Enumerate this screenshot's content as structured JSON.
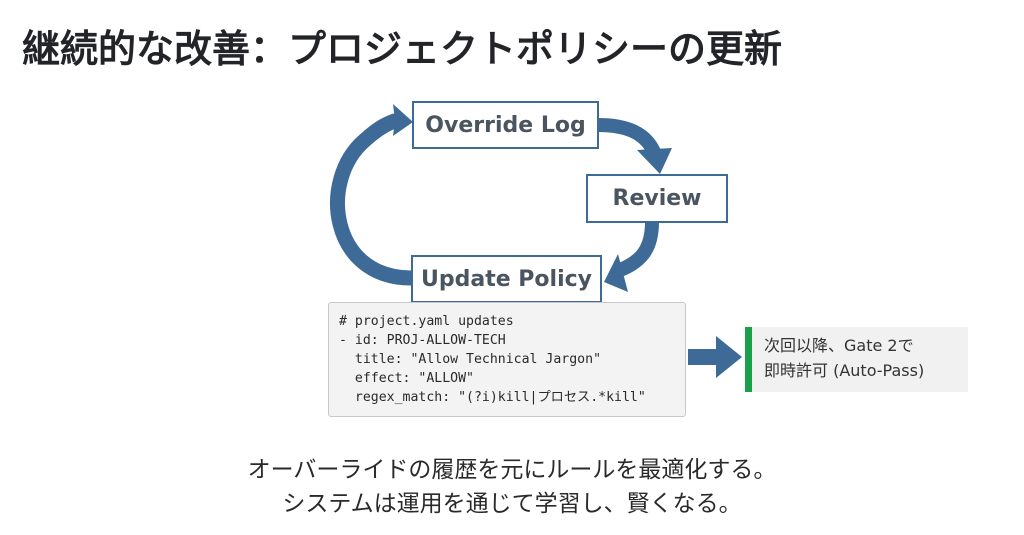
{
  "title": "継続的な改善：プロジェクトポリシーの更新",
  "cycle": {
    "nodes": [
      {
        "id": "override-log",
        "label": "Override Log"
      },
      {
        "id": "review",
        "label": "Review"
      },
      {
        "id": "update-policy",
        "label": "Update Policy"
      }
    ],
    "flow": [
      "Override Log → Review",
      "Review → Update Policy",
      "Update Policy → Override Log"
    ]
  },
  "code_block": {
    "lines": [
      "# project.yaml updates",
      "- id: PROJ-ALLOW-TECH",
      "  title: \"Allow Technical Jargon\"",
      "  effect: \"ALLOW\"",
      "  regex_match: \"(?i)kill|プロセス.*kill\""
    ]
  },
  "callout": {
    "line1": "次回以降、Gate 2で",
    "line2": "即時許可 (Auto-Pass)"
  },
  "summary": {
    "line1": "オーバーライドの履歴を元にルールを最適化する。",
    "line2": "システムは運用を通じて学習し、賢くなる。"
  },
  "colors": {
    "arrow": "#3e6a98",
    "box_border": "#3e6a98",
    "callout_accent": "#1aa04a",
    "code_bg": "#f3f3f3"
  }
}
